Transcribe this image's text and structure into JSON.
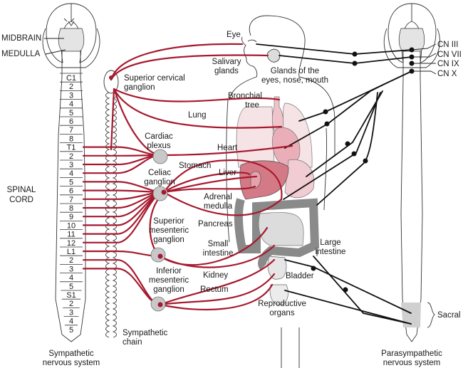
{
  "figure": {
    "colors": {
      "sympathetic": "#a6192e",
      "parasympathetic": "#111111",
      "ganglion_fill": "#c8c8c8",
      "organ_pink": "#f3d3d8",
      "liver": "#d47a86",
      "intestine": "#b5b5b5",
      "sacral_shade": "#d0d0d0"
    },
    "left_labels": {
      "midbrain": "MIDBRAIN",
      "medulla": "MEDULLA",
      "spinal_cord_1": "SPINAL",
      "spinal_cord_2": "CORD"
    },
    "spinal_segments": [
      "C1",
      "2",
      "3",
      "4",
      "5",
      "6",
      "7",
      "8",
      "T1",
      "2",
      "3",
      "4",
      "5",
      "6",
      "7",
      "8",
      "9",
      "10",
      "11",
      "12",
      "L1",
      "2",
      "3",
      "4",
      "5",
      "S1",
      "2",
      "3",
      "4",
      "5"
    ],
    "ganglia": {
      "superior_cervical_1": "Superior cervical",
      "superior_cervical_2": "ganglion",
      "cardiac_1": "Cardiac",
      "cardiac_2": "plexus",
      "celiac_1": "Celiac",
      "celiac_2": "ganglion",
      "sup_mes_1": "Superior",
      "sup_mes_2": "mesenteric",
      "sup_mes_3": "ganglion",
      "inf_mes_1": "Inferior",
      "inf_mes_2": "mesenteric",
      "inf_mes_3": "ganglion",
      "chain_1": "Sympathetic",
      "chain_2": "chain"
    },
    "organs": {
      "eye": "Eye",
      "salivary_1": "Salivary",
      "salivary_2": "glands",
      "glands_1": "Glands of the",
      "glands_2": "eyes, nose, mouth",
      "bronchial_1": "Bronchial",
      "bronchial_2": "tree",
      "lung": "Lung",
      "heart": "Heart",
      "stomach": "Stomach",
      "liver": "Liver",
      "adrenal_1": "Adrenal",
      "adrenal_2": "medulla",
      "pancreas": "Pancreas",
      "small_int_1": "Small",
      "small_int_2": "intestine",
      "kidney": "Kidney",
      "rectum": "Rectum",
      "large_int_1": "Large",
      "large_int_2": "intestine",
      "bladder": "Bladder",
      "repro_1": "Reproductive",
      "repro_2": "organs"
    },
    "cranial_nerves": [
      "CN III",
      "CN VII",
      "CN IX",
      "CN X"
    ],
    "sacral": "Sacral",
    "captions": {
      "symp_1": "Sympathetic",
      "symp_2": "nervous system",
      "para_1": "Parasympathetic",
      "para_2": "nervous system"
    }
  }
}
